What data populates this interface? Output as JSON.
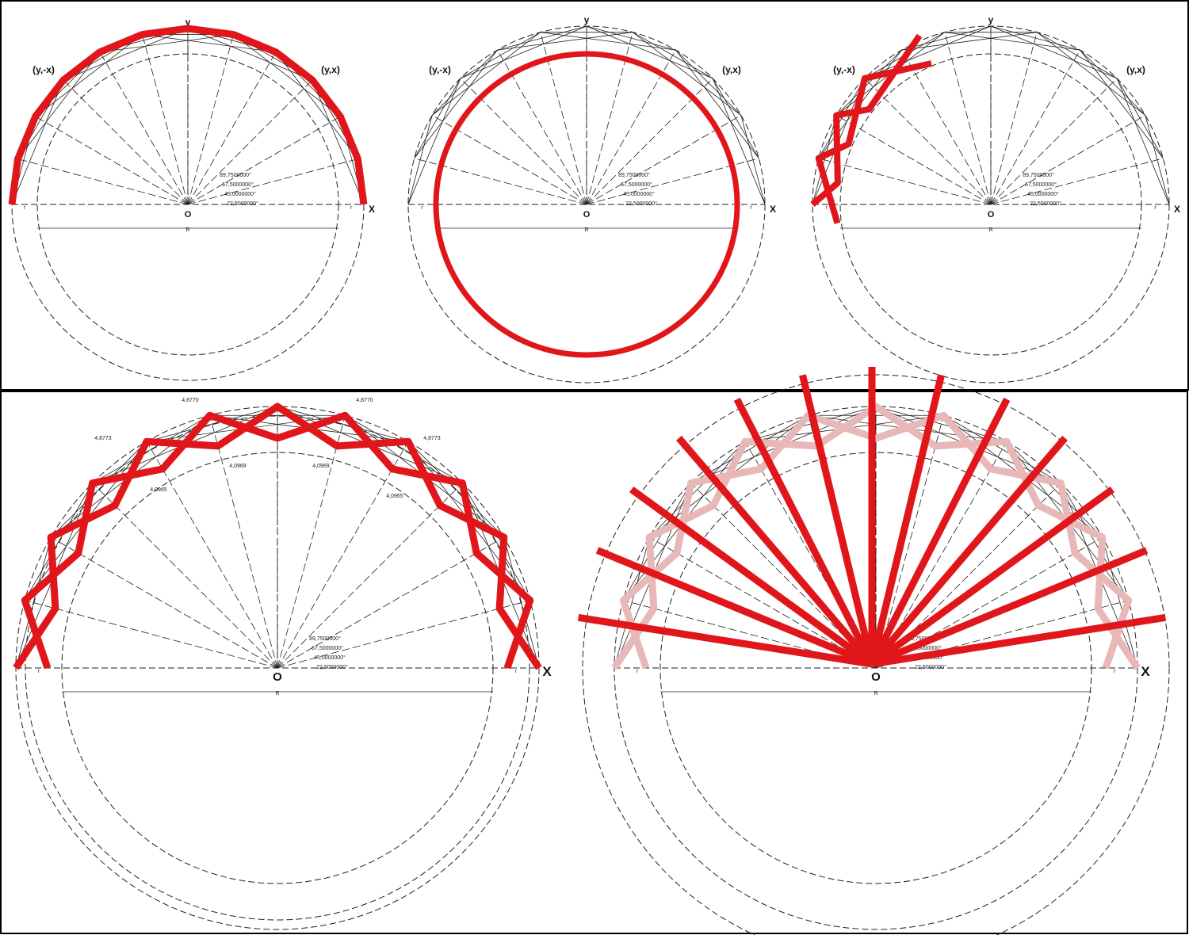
{
  "axis_labels": {
    "y": "y",
    "x": "X",
    "origin": "O",
    "left_point": "(y,-x)",
    "right_point": "(y,x)",
    "r": "r",
    "R": "R"
  },
  "angle_labels": [
    "89,7500000°",
    "67,5000000°",
    "45,0000000°",
    "22,5000000°"
  ],
  "dimension_labels": {
    "outer_top": "4,8770",
    "outer_side": "4,8773",
    "inner": "4,0969",
    "inner_side": "4,0965"
  },
  "colors": {
    "highlight": "#e0161b",
    "faded": "#e8b8b8",
    "line": "#222222"
  },
  "panels": [
    {
      "name": "top-left",
      "highlight": "outer-polygon"
    },
    {
      "name": "top-middle",
      "highlight": "inner-circle"
    },
    {
      "name": "top-right",
      "highlight": "zigzag-segment"
    },
    {
      "name": "bottom-left",
      "highlight": "double-zigzag"
    },
    {
      "name": "bottom-right",
      "highlight": "radial-spokes"
    }
  ]
}
